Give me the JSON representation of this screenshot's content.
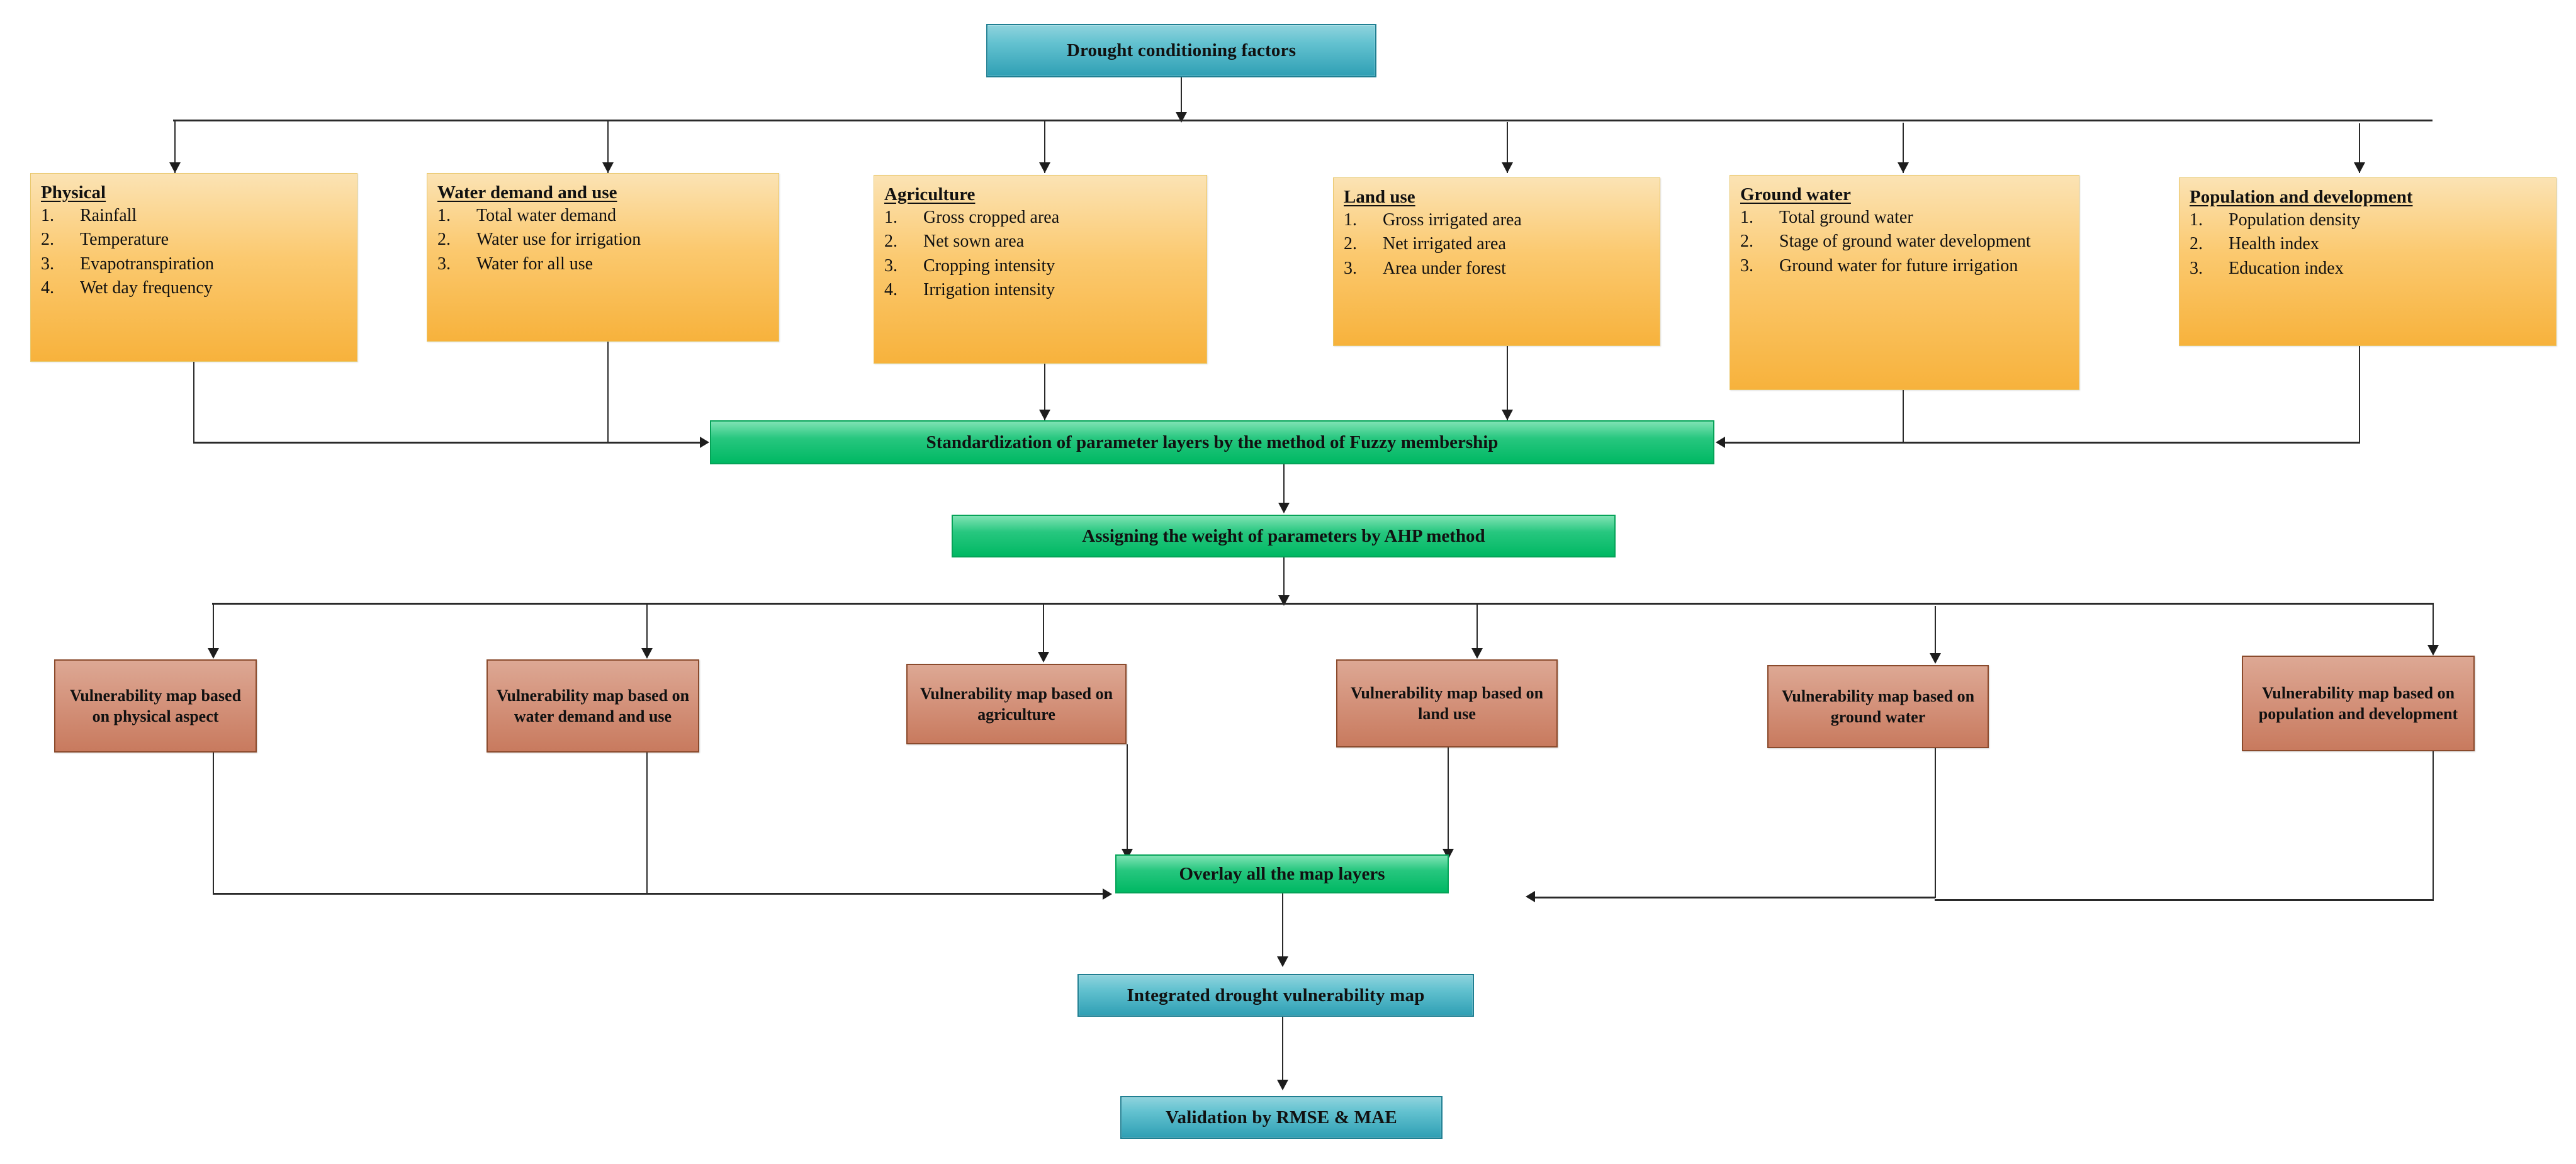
{
  "diagram": {
    "title": "Drought conditioning factors flowchart",
    "colors": {
      "blue": "#2f9fb4",
      "green": "#00b863",
      "orange": "#f7b23c",
      "brown": "#c87a5e",
      "connector": "#2a2a2a"
    }
  },
  "root": {
    "label": "Drought conditioning factors"
  },
  "categories": [
    {
      "title": "Physical",
      "items": [
        {
          "num": "1.",
          "text": "Rainfall"
        },
        {
          "num": "2.",
          "text": "Temperature"
        },
        {
          "num": "3.",
          "text": "Evapotranspiration"
        },
        {
          "num": "4.",
          "text": "Wet day frequency"
        }
      ]
    },
    {
      "title": "Water demand and use",
      "items": [
        {
          "num": "1.",
          "text": "Total water demand"
        },
        {
          "num": "2.",
          "text": "Water use for irrigation"
        },
        {
          "num": "3.",
          "text": "Water for all use"
        }
      ]
    },
    {
      "title": "Agriculture",
      "items": [
        {
          "num": "1.",
          "text": "Gross cropped area"
        },
        {
          "num": "2.",
          "text": "Net sown area"
        },
        {
          "num": "3.",
          "text": "Cropping intensity"
        },
        {
          "num": "4.",
          "text": "Irrigation intensity"
        }
      ]
    },
    {
      "title": "Land use",
      "items": [
        {
          "num": "1.",
          "text": "Gross irrigated area"
        },
        {
          "num": "2.",
          "text": "Net irrigated area"
        },
        {
          "num": "3.",
          "text": "Area under forest"
        }
      ]
    },
    {
      "title": "Ground water",
      "items": [
        {
          "num": "1.",
          "text": "Total ground water"
        },
        {
          "num": "2.",
          "text": "Stage of ground water development"
        },
        {
          "num": "3.",
          "text": "Ground water for future irrigation"
        }
      ]
    },
    {
      "title": "Population and development",
      "items": [
        {
          "num": "1.",
          "text": "Population density"
        },
        {
          "num": "2.",
          "text": "Health index"
        },
        {
          "num": "3.",
          "text": "Education index"
        }
      ]
    }
  ],
  "standardization": {
    "label": "Standardization of parameter layers by the method of Fuzzy membership"
  },
  "weighting": {
    "label": "Assigning the weight of parameters by AHP method"
  },
  "vulnerability_maps": [
    {
      "label": "Vulnerability map based on physical aspect"
    },
    {
      "label": "Vulnerability map based on water demand and use"
    },
    {
      "label": "Vulnerability map based on agriculture"
    },
    {
      "label": "Vulnerability map based on land use"
    },
    {
      "label": "Vulnerability map based on ground water"
    },
    {
      "label": "Vulnerability map based on population and development"
    }
  ],
  "overlay": {
    "label": "Overlay all the map layers"
  },
  "integrated": {
    "label": "Integrated drought vulnerability map"
  },
  "validation": {
    "label": "Validation by RMSE & MAE"
  }
}
